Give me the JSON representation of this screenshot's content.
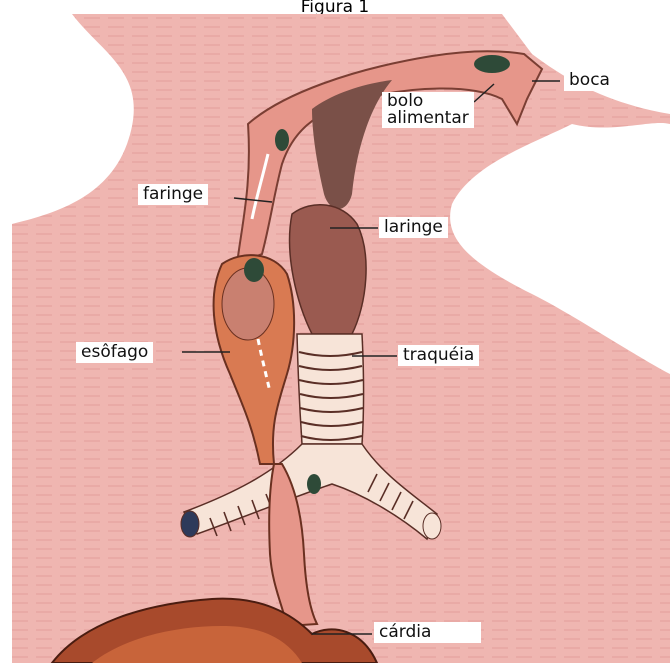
{
  "figure": {
    "caption": "Figura 1",
    "labels": {
      "boca": "boca",
      "bolo_line1": "bolo",
      "bolo_line2": "alimentar",
      "faringe": "faringe",
      "laringe": "laringe",
      "esofago": "esôfago",
      "traqueia": "traquéia",
      "cardia": "cárdia"
    }
  },
  "colors": {
    "background": "#f0b8b4",
    "organ_pink": "#e6968a",
    "organ_dark": "#7a5048",
    "esophagus_orange": "#d97a52",
    "stomach": "#a84a2c",
    "trachea_light": "#f7e4d8",
    "food_bolus": "#2e4a38"
  }
}
